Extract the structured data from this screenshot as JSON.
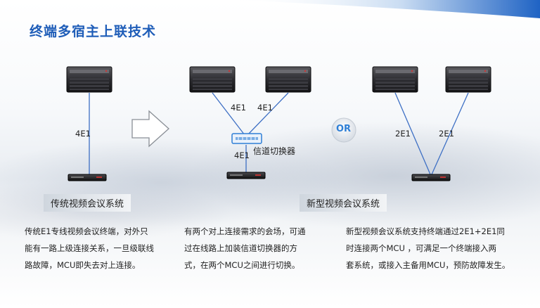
{
  "title": "终端多宿主上联技术",
  "diagram": {
    "left_link": "4E1",
    "mid_link_left": "4E1",
    "mid_link_right": "4E1",
    "mid_link_bottom": "4E1",
    "switch_label": "信道切换器",
    "or_label": "OR",
    "right_link_left": "2E1",
    "right_link_right": "2E1"
  },
  "captions": {
    "traditional": "传统视频会议系统",
    "new": "新型视频会议系统"
  },
  "descriptions": {
    "col1": [
      "传统E1专线视频会议终端，对外只",
      "能有一路上级连接关系，一旦级联线",
      "路故障，MCU即失去对上连接。"
    ],
    "col2": [
      "有两个对上连接需求的会场，可通",
      "过在线路上加装信道切换器的方",
      "式，在两个MCU之间进行切换。"
    ],
    "col3": [
      "新型视频会议系统支持终端通过2E1+2E1同",
      "时连接两个MCU ，可满足一个终端接入两",
      "套系统，或接入主备用MCU，预防故障发生。"
    ]
  },
  "colors": {
    "title": "#1e5db8",
    "link": "#3d6fc4",
    "accent": "#2f7fd6"
  }
}
